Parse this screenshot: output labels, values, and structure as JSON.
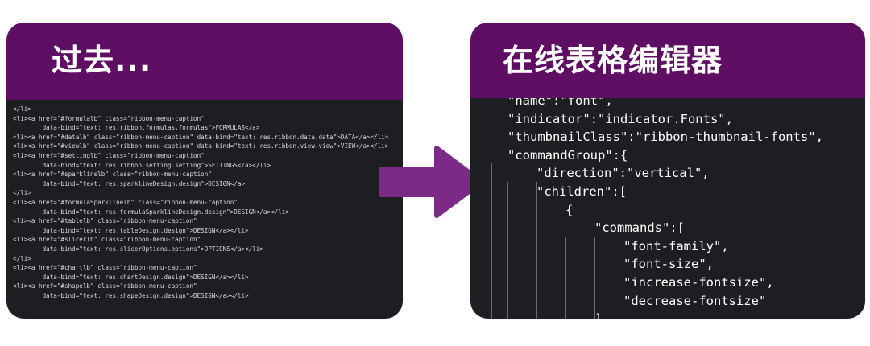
{
  "left_panel": {
    "title": "过去...",
    "code_lines": [
      "</li>",
      "<li><a href=\"#formulalb\" class=\"ribbon-menu-caption\"",
      "        data-bind=\"text: res.ribbon.formulas.formulas\">FORMULAS</a>",
      "<li><a href=\"#datalb\" class=\"ribbon-menu-caption\" data-bind=\"text: res.ribbon.data.data\">DATA</a></li>",
      "<li><a href=\"#viewlb\" class=\"ribbon-menu-caption\" data-bind=\"text: res.ribbon.view.view\">VIEW</a></li>",
      "<li><a href=\"#settinglb\" class=\"ribbon-menu-caption\"",
      "        data-bind=\"text: res.ribbon.setting.setting\">SETTINGS</a></li>",
      "<li><a href=\"#sparklinelb\" class=\"ribbon-menu-caption\"",
      "        data-bind=\"text: res.sparklineDesign.design\">DESIGN</a>",
      "</li>",
      "<li><a href=\"#formulaSparklinelb\" class=\"ribbon-menu-caption\"",
      "        data-bind=\"text: res.formulaSparklineDesign.design\">DESIGN</a></li>",
      "<li><a href=\"#tablelb\" class=\"ribbon-menu-caption\"",
      "        data-bind=\"text: res.tableDesign.design\">DESIGN</a></li>",
      "<li><a href=\"#slicerlb\" class=\"ribbon-menu-caption\"",
      "        data-bind=\"text: res.slicerOptions.options\">OPTIONS</a></li>",
      "</li>",
      "<li><a href=\"#chartlb\" class=\"ribbon-menu-caption\"",
      "        data-bind=\"text: res.chartDesign.design\">DESIGN</a></li>",
      "<li><a href=\"#shapelb\" class=\"ribbon-menu-caption\"",
      "        data-bind=\"text: res.shapeDesign.design\">DESIGN</a></li>"
    ]
  },
  "right_panel": {
    "title": "在线表格编辑器",
    "code_lines": [
      {
        "indent": 1,
        "text": "\"name\":\"font\","
      },
      {
        "indent": 1,
        "text": "\"indicator\":\"indicator.Fonts\","
      },
      {
        "indent": 1,
        "text": "\"thumbnailClass\":\"ribbon-thumbnail-fonts\","
      },
      {
        "indent": 1,
        "text": "\"commandGroup\":{"
      },
      {
        "indent": 2,
        "text": "\"direction\":\"vertical\","
      },
      {
        "indent": 2,
        "text": "\"children\":["
      },
      {
        "indent": 3,
        "text": "{"
      },
      {
        "indent": 4,
        "text": "\"commands\":["
      },
      {
        "indent": 5,
        "text": "\"font-family\","
      },
      {
        "indent": 5,
        "text": "\"font-size\","
      },
      {
        "indent": 5,
        "text": "\"increase-fontsize\","
      },
      {
        "indent": 5,
        "text": "\"decrease-fontsize\""
      },
      {
        "indent": 4,
        "text": "]"
      }
    ]
  },
  "colors": {
    "panel_purple": "#5e0f63",
    "code_bg": "#1d1e22",
    "arrow_purple": "#7b2a86"
  },
  "icons": {
    "arrow": "right-arrow-icon"
  }
}
